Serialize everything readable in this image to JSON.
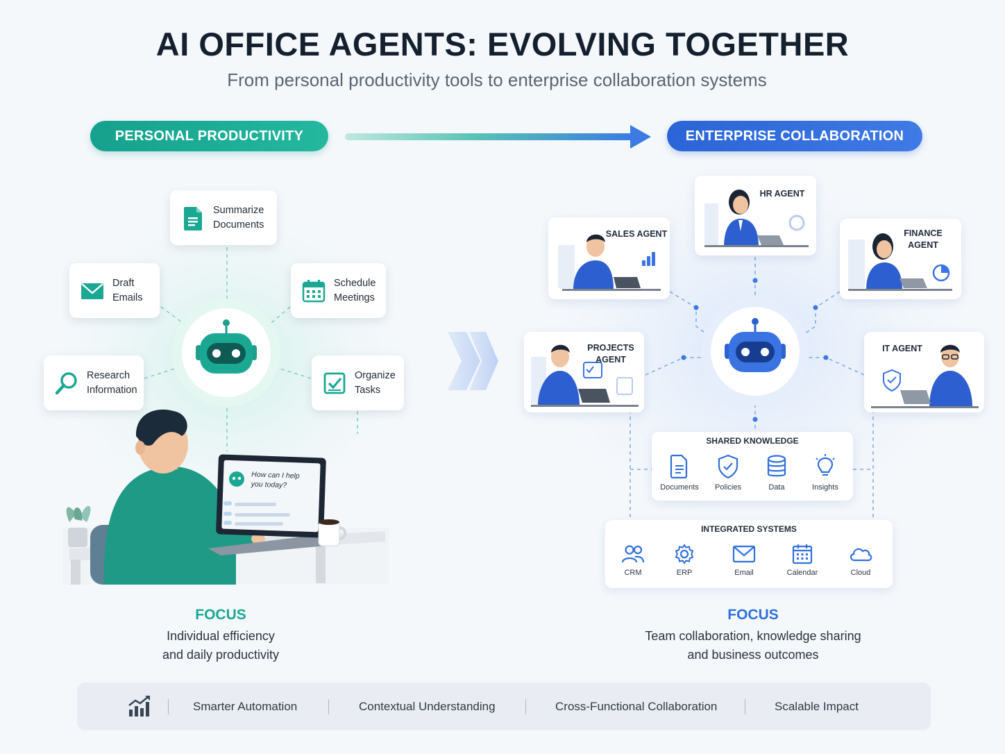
{
  "header": {
    "title": "AI OFFICE AGENTS: EVOLVING TOGETHER",
    "subtitle": "From personal productivity tools to enterprise collaboration systems"
  },
  "personal": {
    "pill": "PERSONAL PRODUCTIVITY",
    "tasks": [
      {
        "label": "Summarize\nDocuments",
        "icon": "document-icon"
      },
      {
        "label": "Draft\nEmails",
        "icon": "envelope-icon"
      },
      {
        "label": "Schedule\nMeetings",
        "icon": "calendar-icon"
      },
      {
        "label": "Research\nInformation",
        "icon": "magnifier-icon"
      },
      {
        "label": "Organize\nTasks",
        "icon": "checklist-icon"
      }
    ],
    "chat_bubble": "How can I help\nyou today?",
    "focus_title": "FOCUS",
    "focus_text": "Individual efficiency\nand daily productivity"
  },
  "enterprise": {
    "pill": "ENTERPRISE COLLABORATION",
    "agents": [
      {
        "label": "HR AGENT"
      },
      {
        "label": "SALES AGENT"
      },
      {
        "label": "FINANCE\nAGENT"
      },
      {
        "label": "PROJECTS\nAGENT"
      },
      {
        "label": "IT AGENT"
      }
    ],
    "shared_knowledge": {
      "title": "SHARED KNOWLEDGE",
      "items": [
        "Documents",
        "Policies",
        "Data",
        "Insights"
      ]
    },
    "integrated_systems": {
      "title": "INTEGRATED SYSTEMS",
      "items": [
        "CRM",
        "ERP",
        "Email",
        "Calendar",
        "Cloud"
      ]
    },
    "focus_title": "FOCUS",
    "focus_text": "Team collaboration, knowledge sharing\nand business outcomes"
  },
  "footer": {
    "items": [
      "Smarter Automation",
      "Contextual Understanding",
      "Cross-Functional Collaboration",
      "Scalable Impact"
    ]
  },
  "colors": {
    "teal": "#1aa893",
    "blue": "#2f6fdf",
    "title": "#15202f"
  }
}
